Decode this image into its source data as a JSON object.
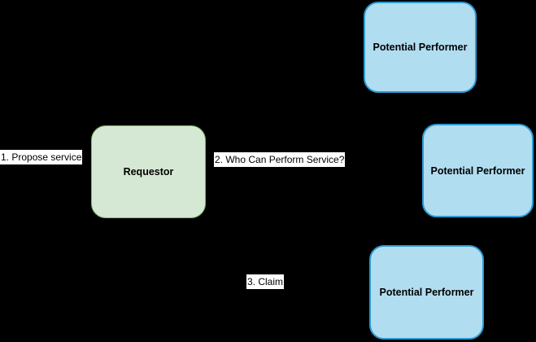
{
  "diagram": {
    "background_color": "#000000",
    "nodes": [
      {
        "id": "requestor",
        "label": "Requestor",
        "fill": "#D5E8D4",
        "stroke": "#82B366"
      },
      {
        "id": "performer-1",
        "label": "Potential Performer",
        "fill": "#B1DDF0",
        "stroke": "#2E9BD2"
      },
      {
        "id": "performer-2",
        "label": "Potential Performer",
        "fill": "#B1DDF0",
        "stroke": "#2E9BD2"
      },
      {
        "id": "performer-3",
        "label": "Potential Performer",
        "fill": "#B1DDF0",
        "stroke": "#2E9BD2"
      }
    ],
    "edge_labels": [
      {
        "text": "1. Propose service",
        "background": "#FFFFFF"
      },
      {
        "text": "2. Who Can Perform Service?",
        "background": "#FFFFFF"
      },
      {
        "text": "3. Claim",
        "background": "#FFFFFF"
      }
    ]
  }
}
